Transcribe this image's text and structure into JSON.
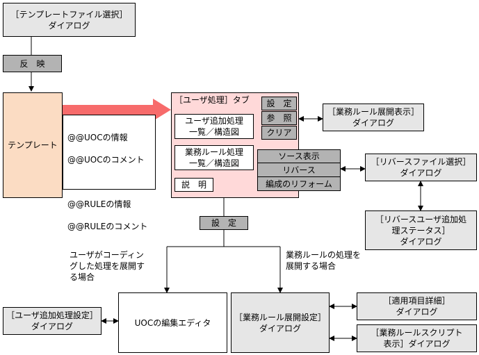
{
  "template_dialog": "［テンプレートファイル選択］\nダイアログ",
  "reflect_button": "反　映",
  "template_box": "テンプレート",
  "template_info": [
    "@@UOCの情報",
    "@@UOCのコメント",
    "",
    "@@RULEの情報",
    "@@RULEのコメント"
  ],
  "user_tab": {
    "title": "［ユーザ処理］タブ",
    "user_add_list": "ユーザ追加処理\n一覧／構造図",
    "business_rule_list": "業務ルール処理\n一覧／構造図",
    "explanation": "説　明",
    "set_button": "設　定",
    "ref_button": "参　照",
    "clear_button": "クリア",
    "source_display": "ソース表示",
    "reverse": "リバース",
    "reform": "編成のリフォーム"
  },
  "rule_expand_display_dialog": "［業務ルール展開表示］\nダイアログ",
  "reverse_file_dialog": "［リバースファイル選択］\nダイアログ",
  "reverse_user_status_dialog": "［リバースユーザ追加処\n理ステータス］\nダイアログ",
  "setting_button": "設　定",
  "note_left": "ユーザがコーディン\nグした処理を展開す\nる場合",
  "note_right": "業務ルールの処理を\n展開する場合",
  "user_add_setting_dialog": "［ユーザ追加処理設定］\nダイアログ",
  "uoc_editor": "UOCの編集エディタ",
  "rule_expand_setting_dialog": "［業務ルール展開設定］\nダイアログ",
  "apply_item_detail_dialog": "［適用項目詳細］\nダイアログ",
  "rule_script_display_dialog": "［業務ルールスクリプト\n表示］ダイアログ"
}
